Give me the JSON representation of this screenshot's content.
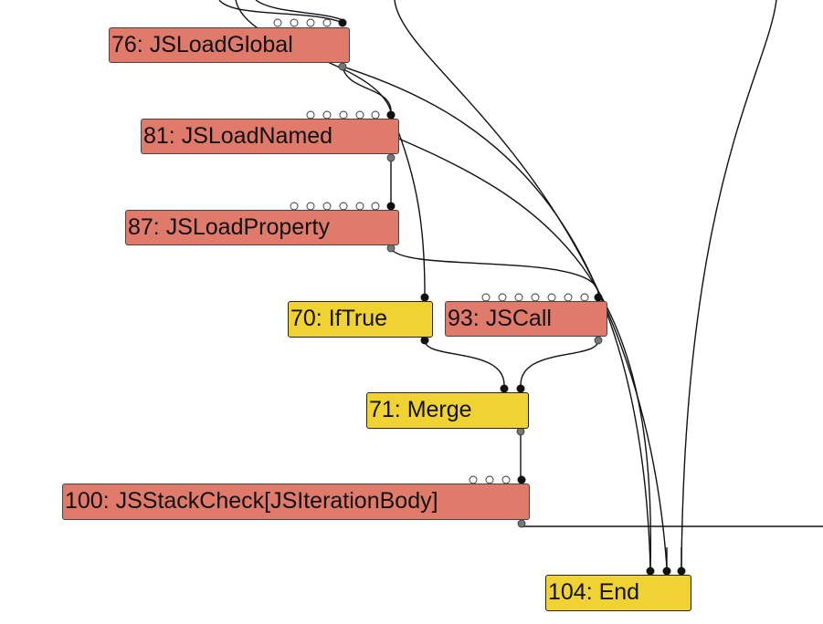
{
  "colors": {
    "effect_node": "#e07b6c",
    "control_node": "#f0d332"
  },
  "nodes": {
    "n76": {
      "label": "76: JSLoadGlobal"
    },
    "n81": {
      "label": "81: JSLoadNamed"
    },
    "n87": {
      "label": "87: JSLoadProperty"
    },
    "n70": {
      "label": "70: IfTrue"
    },
    "n93": {
      "label": "93: JSCall"
    },
    "n71": {
      "label": "71: Merge"
    },
    "n100": {
      "label": "100: JSStackCheck[JSIterationBody]"
    },
    "n104": {
      "label": "104: End"
    }
  }
}
